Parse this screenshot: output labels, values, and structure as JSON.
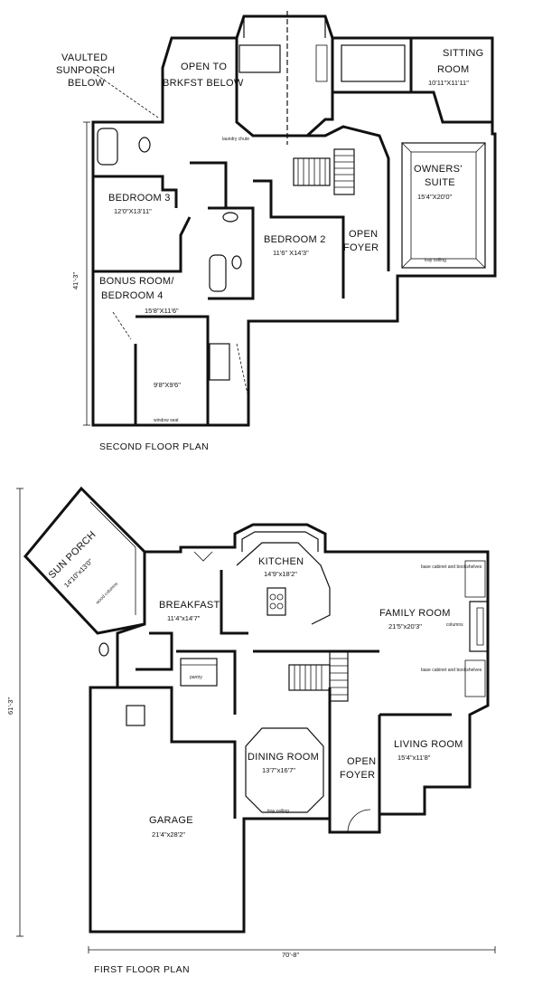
{
  "second_floor": {
    "caption": "SECOND FLOOR PLAN",
    "dimension_side": "41'-3\"",
    "labels": {
      "vaulted_sunporch_1": "VAULTED",
      "vaulted_sunporch_2": "SUNPORCH",
      "vaulted_sunporch_3": "BELOW",
      "open_to_1": "OPEN TO",
      "open_to_2": "BRKFST BELOW",
      "sitting_room_1": "SITTING",
      "sitting_room_2": "ROOM",
      "sitting_room_dim": "10'11\"X11'11\"",
      "owners_suite_1": "OWNERS'",
      "owners_suite_2": "SUITE",
      "owners_suite_dim": "15'4\"X20'0\"",
      "bedroom3": "BEDROOM 3",
      "bedroom3_dim": "12'0\"X13'11\"",
      "bedroom2": "BEDROOM 2",
      "bedroom2_dim": "11'6\" X14'3\"",
      "open_foyer_1": "OPEN",
      "open_foyer_2": "FOYER",
      "bonus_1": "BONUS ROOM/",
      "bonus_2": "BEDROOM 4",
      "bonus_dim": "15'8\"X11'6\"",
      "small_dim": "9'8\"X9'6\"",
      "laundry": "laundry chute",
      "tray_ceiling": "tray ceiling",
      "window_seat": "window seat"
    }
  },
  "first_floor": {
    "caption": "FIRST FLOOR PLAN",
    "dimension_side": "61'-3\"",
    "dimension_bottom": "70'-8\"",
    "labels": {
      "sun_porch": "SUN PORCH",
      "sun_porch_dim": "14'10\"x13'0\"",
      "kitchen": "KITCHEN",
      "kitchen_dim": "14'9\"x18'2\"",
      "breakfast": "BREAKFAST",
      "breakfast_dim": "11'4\"x14'7\"",
      "family_room": "FAMILY ROOM",
      "family_room_dim": "21'5\"x20'3\"",
      "dining_room": "DINING ROOM",
      "dining_room_dim": "13'7\"x16'7\"",
      "open_foyer_1": "OPEN",
      "open_foyer_2": "FOYER",
      "living_room": "LIVING ROOM",
      "living_room_dim": "15'4\"x11'8\"",
      "garage": "GARAGE",
      "garage_dim": "21'4\"x28'2\"",
      "pantry": "pantry",
      "base_cabinet_1": "base cabinet and bookshelves",
      "base_cabinet_2": "base cabinet and bookshelves",
      "columns": "columns",
      "wood_columns": "wood columns",
      "tray_ceiling": "tray ceiling"
    }
  }
}
